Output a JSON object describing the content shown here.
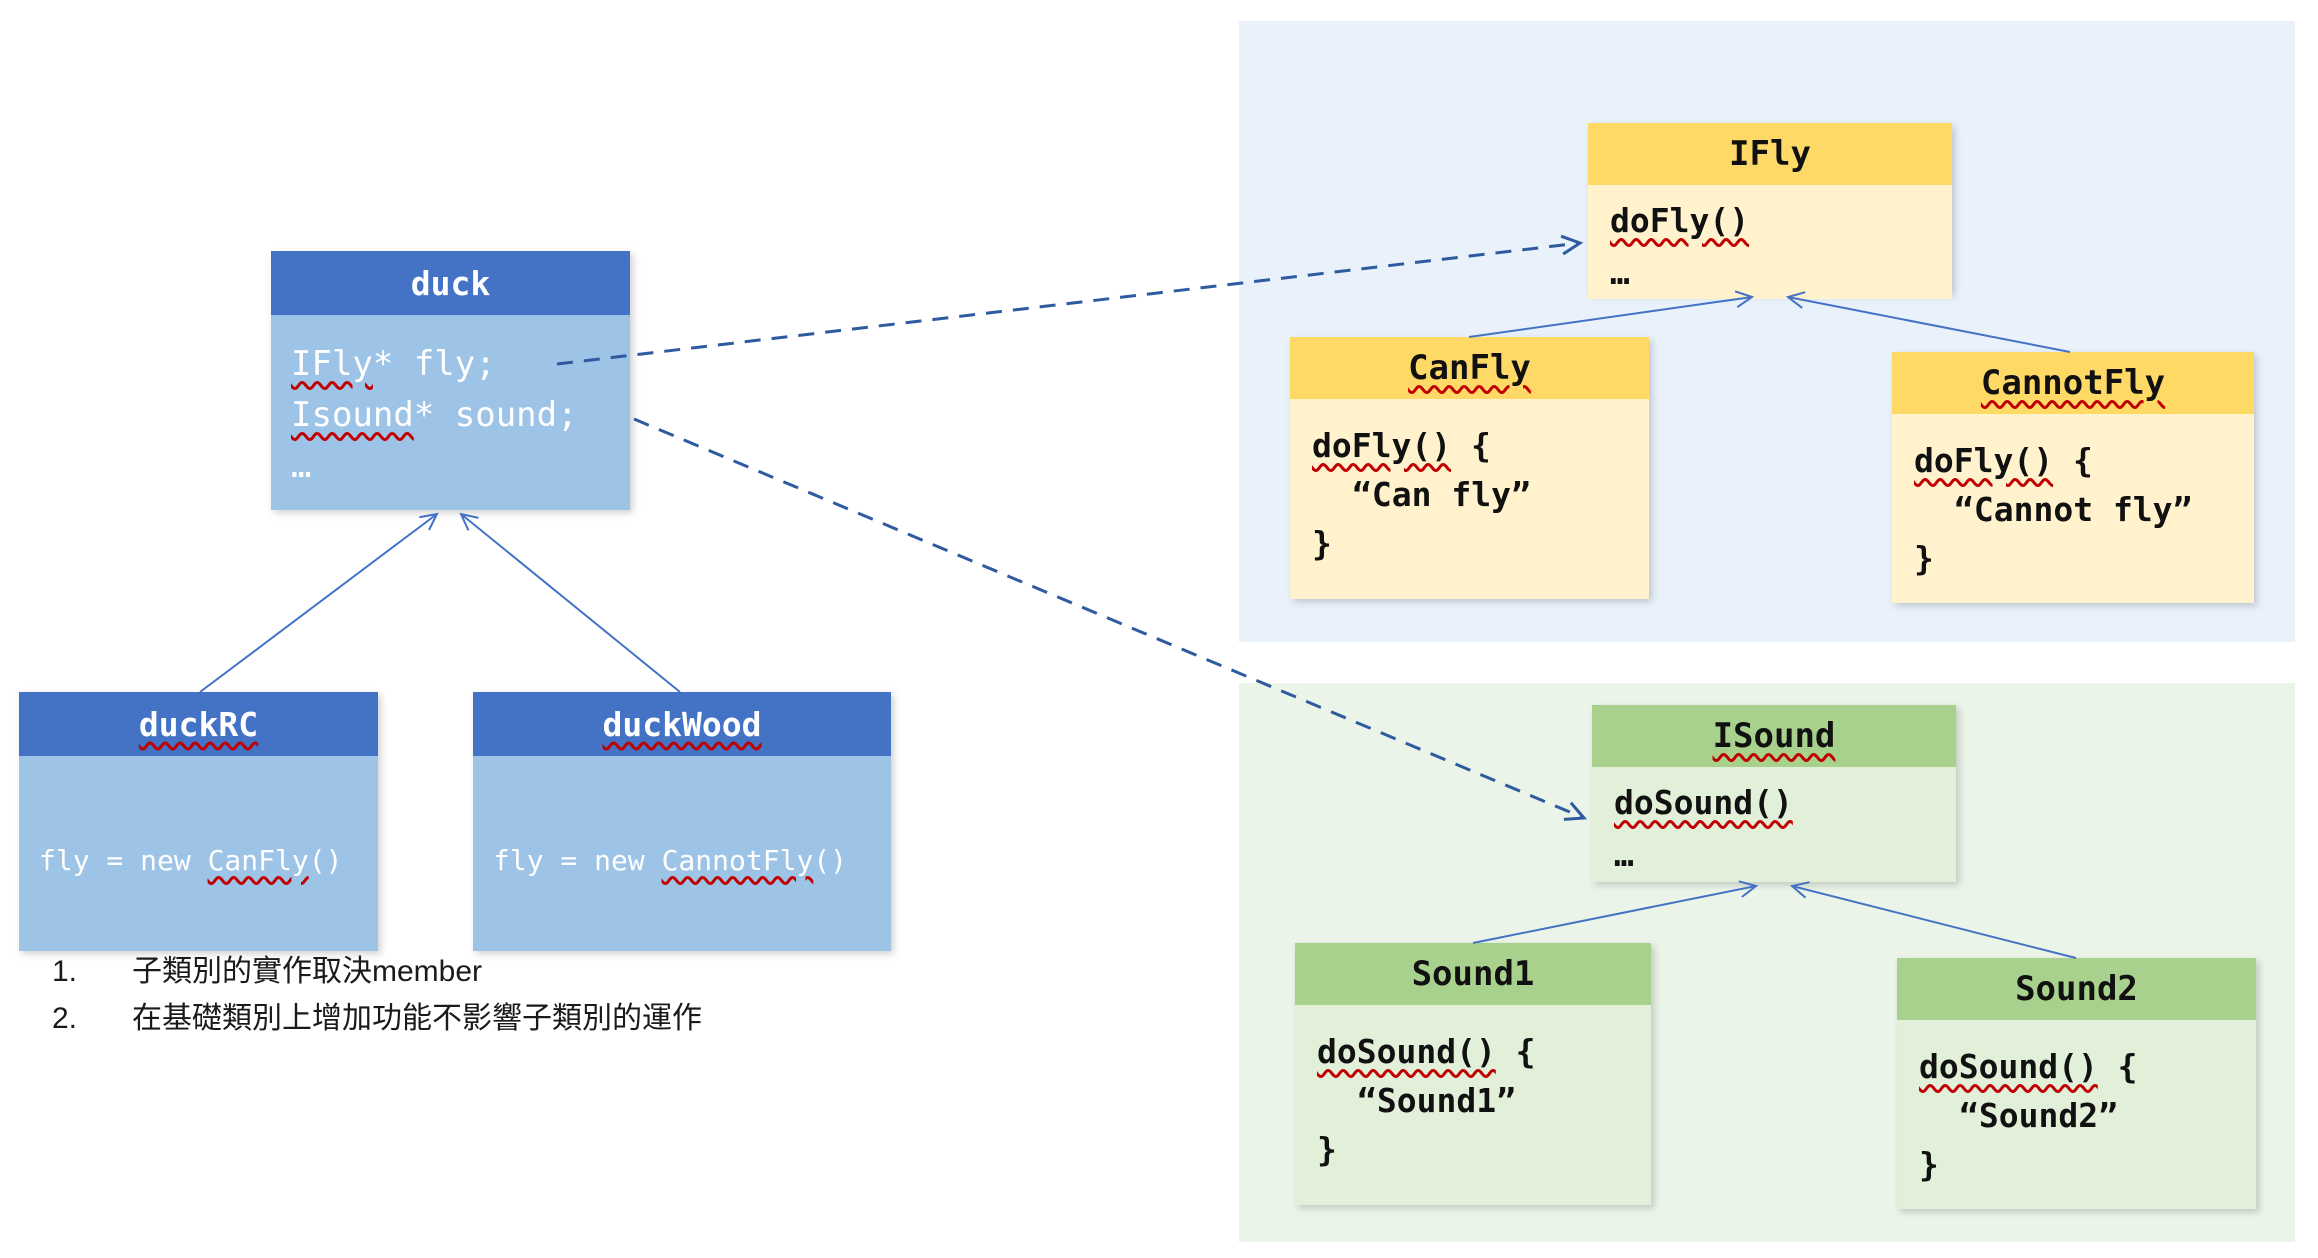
{
  "colors": {
    "blue_header": "#4472C4",
    "blue_body": "#9DC3E6",
    "gold_header": "#FFD966",
    "gold_body": "#FFF2CC",
    "green_header": "#A9D18E",
    "green_body": "#E2F0D9",
    "panel_blue": "#E9F1FB",
    "panel_green": "#EBF4E9",
    "solid_arrow": "#4472C4",
    "dashed_arrow": "#2E5B9F",
    "squiggle": "#C00000"
  },
  "duck": {
    "title": "duck",
    "member1_type": "IFly",
    "member1_rest": "* fly;",
    "member2_type": "Isound",
    "member2_rest": "* sound;",
    "ellipsis": "…"
  },
  "duckRC": {
    "title": "duckRC",
    "body_pre": "fly = new ",
    "body_class": "CanFly",
    "body_post": "()"
  },
  "duckWood": {
    "title": "duckWood",
    "body_pre": "fly = new ",
    "body_class": "CannotFly",
    "body_post": "()"
  },
  "iFly": {
    "title": "IFly",
    "method": "doFly()",
    "ellipsis": "…"
  },
  "canFly": {
    "title": "CanFly",
    "method": "doFly()",
    "brace_open": " {",
    "string": "“Can fly”",
    "brace_close": "}"
  },
  "cannotFly": {
    "title": "CannotFly",
    "method": "doFly()",
    "brace_open": " {",
    "string": "“Cannot fly”",
    "brace_close": "}"
  },
  "iSound": {
    "title": "ISound",
    "method": "doSound()",
    "ellipsis": "…"
  },
  "sound1": {
    "title": "Sound1",
    "method": "doSound()",
    "brace_open": " {",
    "string": "“Sound1”",
    "brace_close": "}"
  },
  "sound2": {
    "title": "Sound2",
    "method": "doSound()",
    "brace_open": " {",
    "string": "“Sound2”",
    "brace_close": "}"
  },
  "notes": {
    "item1_num": "1.",
    "item1_text": "子類別的實作取決member",
    "item2_num": "2.",
    "item2_text": "在基礎類別上增加功能不影響子類別的運作"
  }
}
